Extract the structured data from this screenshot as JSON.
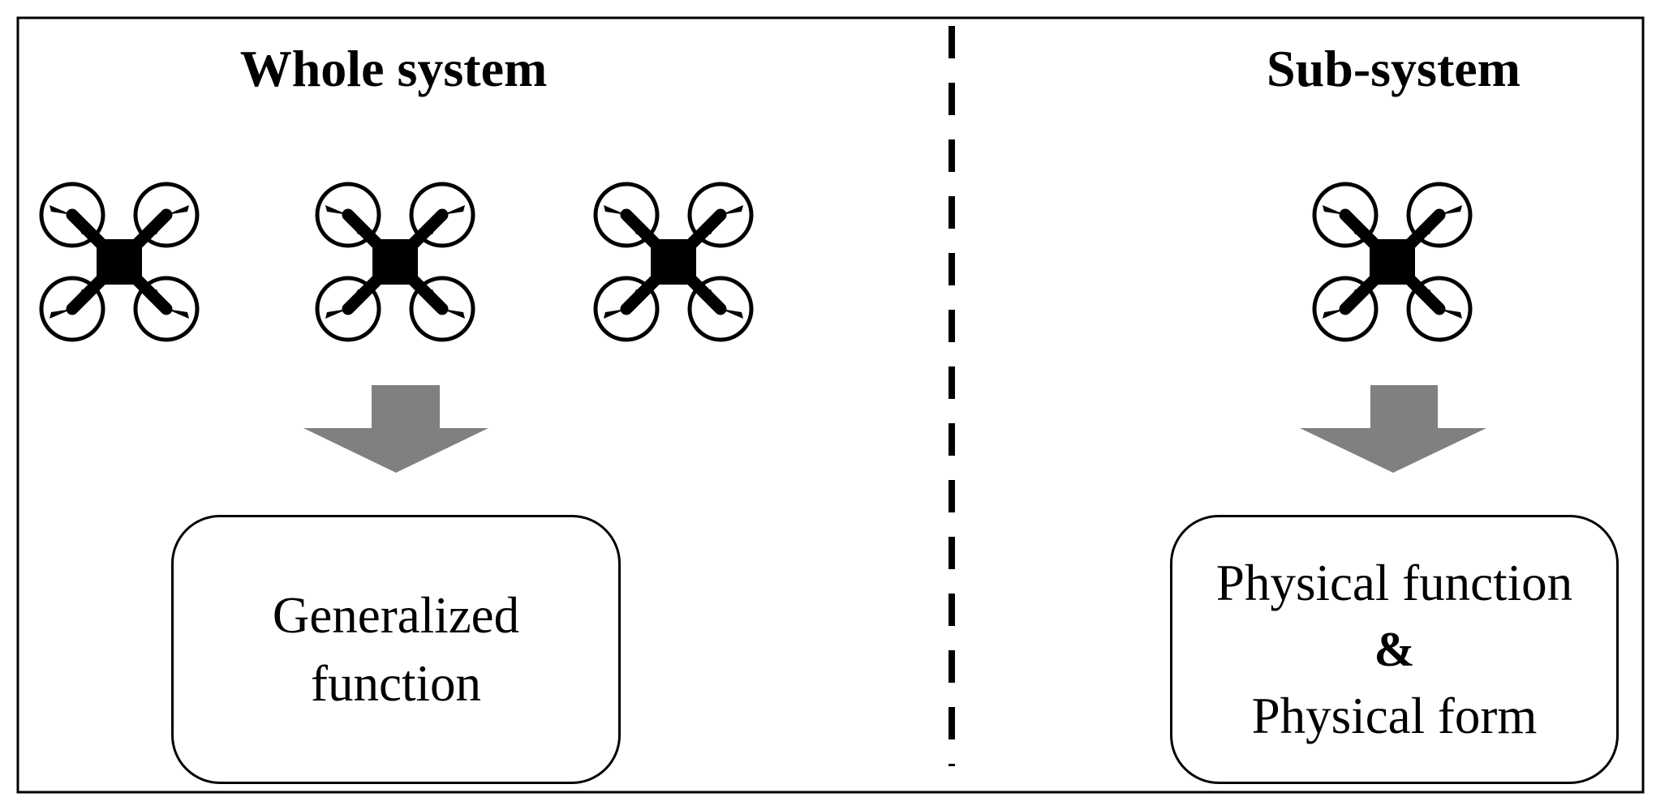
{
  "panels": {
    "left": {
      "title": "Whole system",
      "box_lines": [
        "Generalized",
        "function"
      ]
    },
    "right": {
      "title": "Sub-system",
      "box_lines": [
        "Physical function",
        "&",
        "Physical form"
      ]
    }
  },
  "icons": {
    "drone": "quadcopter-icon",
    "arrow": "down-arrow-icon"
  },
  "colors": {
    "ink": "#000000",
    "arrow": "#808080",
    "background": "#ffffff"
  }
}
